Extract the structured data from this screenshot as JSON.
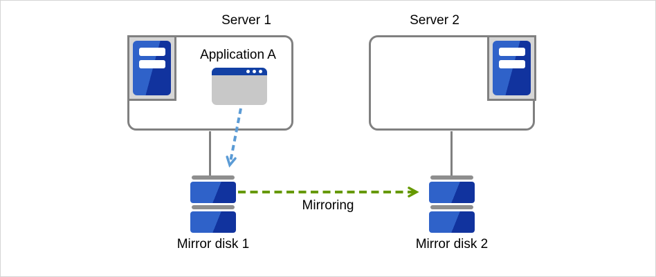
{
  "colors": {
    "frame-border": "#d4d4d4",
    "box-border": "#808080",
    "icon-frame": "#d6d6d6",
    "blue-light": "#2f62c9",
    "blue-dark": "#11339e",
    "titlebar-blue": "#1240a4",
    "window-body": "#c8c8c8",
    "disk-cap": "#8e8e8e",
    "arrow-green": "#669900",
    "arrow-blue": "#5b9bd5",
    "text": "#000000"
  },
  "servers": [
    {
      "title": "Server 1"
    },
    {
      "title": "Server 2"
    }
  ],
  "application": {
    "label": "Application A"
  },
  "disks": [
    {
      "label": "Mirror disk 1"
    },
    {
      "label": "Mirror disk 2"
    }
  ],
  "mirroring": {
    "label": "Mirroring"
  },
  "icons": {
    "server": "server-tower-icon",
    "application": "app-window-icon",
    "disk": "mirror-disk-icon",
    "app_arrow": "dashed-arrow-down",
    "mirroring_arrow": "dashed-arrow-right"
  }
}
